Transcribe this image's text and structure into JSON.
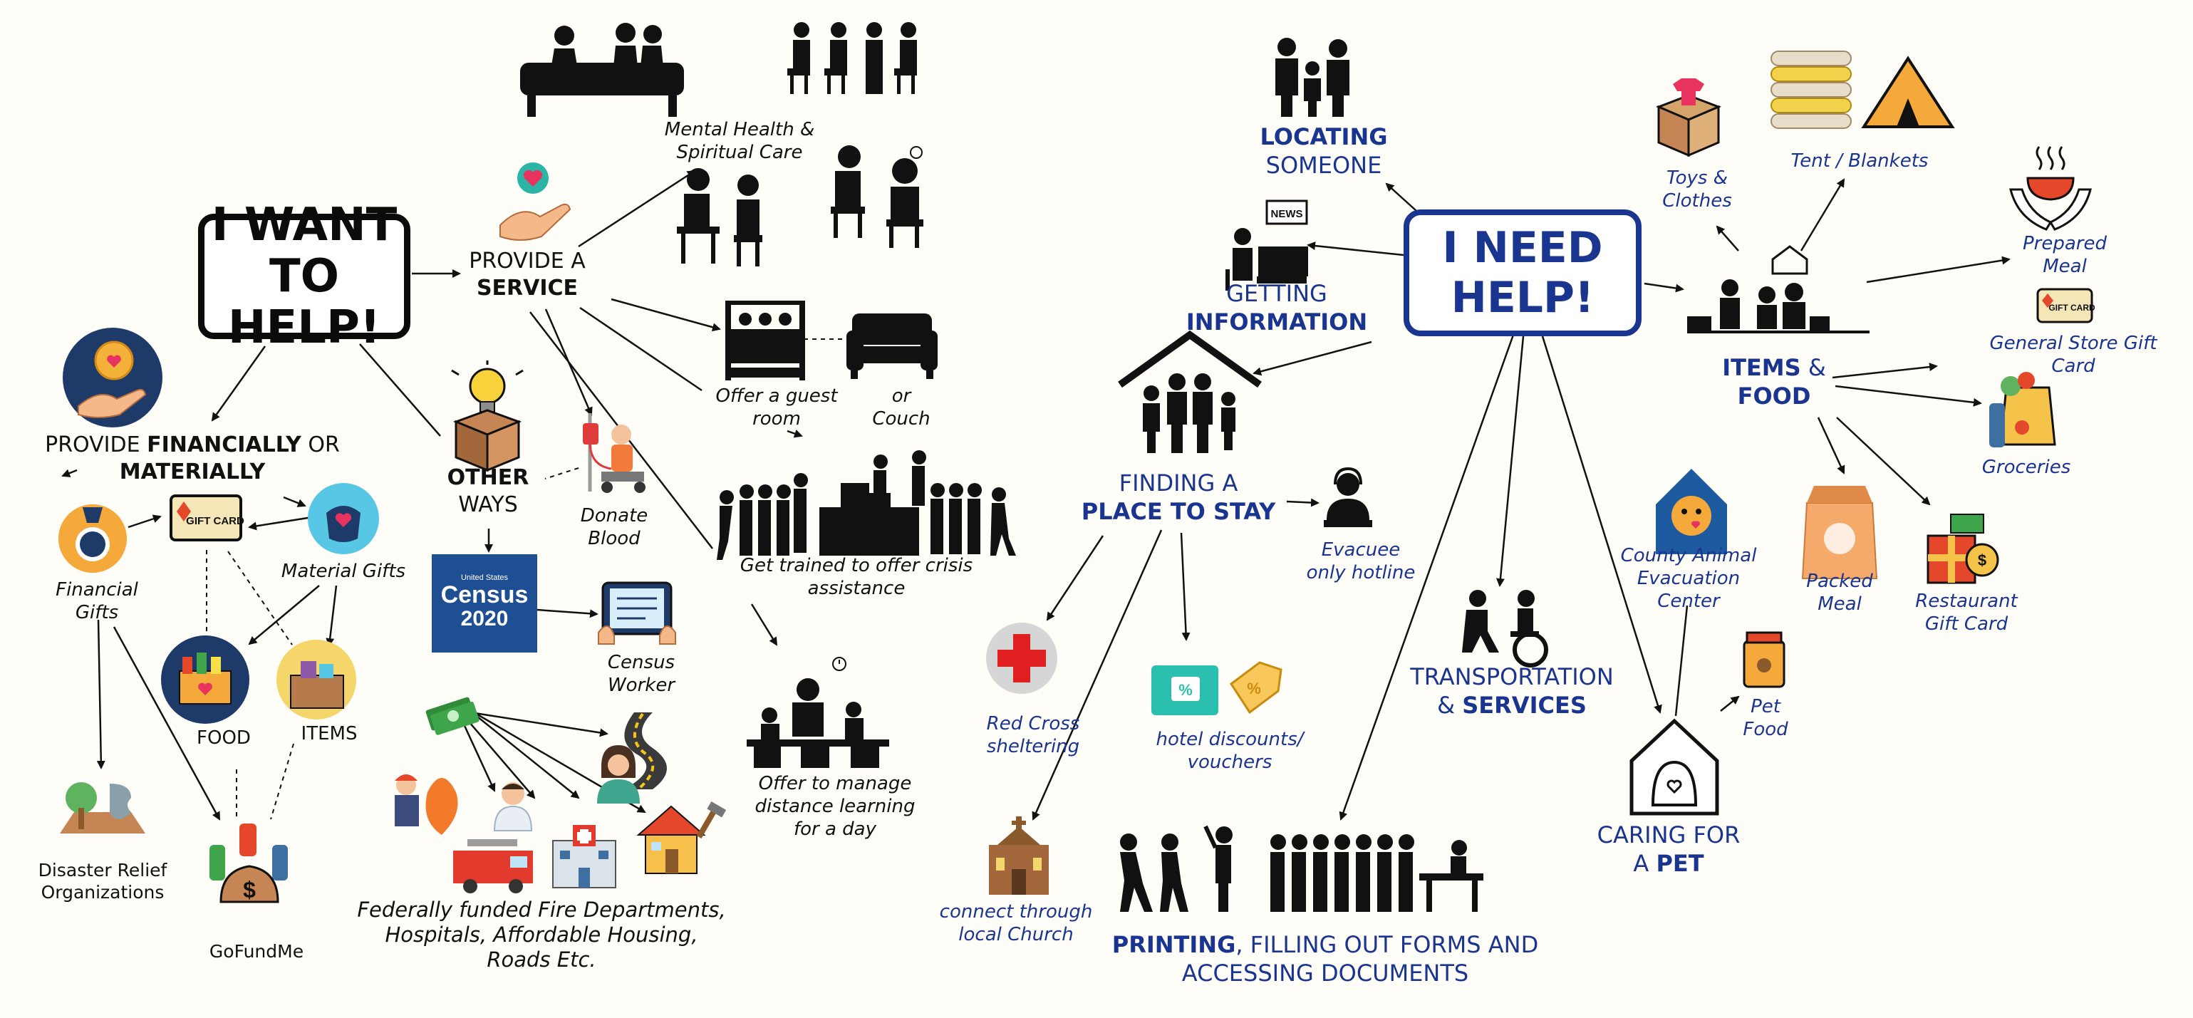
{
  "want_help": {
    "line1": "I WANT",
    "line2": "TO HELP!"
  },
  "need_help": {
    "line1": "I NEED",
    "line2": "HELP!"
  },
  "left": {
    "provide_service": {
      "line1": "PROVIDE A",
      "line2": "SERVICE"
    },
    "provide_fin": {
      "pre": "PROVIDE ",
      "bold1": "FINANCIALLY",
      "mid": " OR",
      "bold2": "MATERIALLY"
    },
    "other_ways": {
      "line1": "OTHER",
      "line2": "WAYS"
    },
    "mental_health": {
      "line1": "Mental Health &",
      "line2": "Spiritual Care"
    },
    "guest_room": {
      "line1": "Offer a guest",
      "line2": "room"
    },
    "couch": {
      "line1": "or",
      "line2": "Couch"
    },
    "crisis": {
      "line1": "Get trained to offer crisis",
      "line2": "assistance"
    },
    "distance": {
      "line1": "Offer to manage",
      "line2": "distance learning",
      "line3": "for a day"
    },
    "donate_blood": {
      "line1": "Donate",
      "line2": "Blood"
    },
    "census_worker": {
      "line1": "Census",
      "line2": "Worker"
    },
    "census_logo": {
      "top": "United States",
      "main": "Census",
      "year": "2020"
    },
    "federal": {
      "line1": "Federally funded Fire Departments,",
      "line2": "Hospitals, Affordable Housing,",
      "line3": "Roads Etc."
    },
    "financial_gifts": {
      "line1": "Financial",
      "line2": "Gifts"
    },
    "material_gifts": "Material Gifts",
    "food": "FOOD",
    "items": "ITEMS",
    "disaster_relief": {
      "line1": "Disaster Relief",
      "line2": "Organizations"
    },
    "gofundme": "GoFundMe",
    "gift_card_label": "GIFT CARD"
  },
  "right": {
    "locating": {
      "bold": "LOCATING",
      "line2": "SOMEONE"
    },
    "getting_info": {
      "line1": "GETTING",
      "bold": "INFORMATION"
    },
    "news_label": "NEWS",
    "place_to_stay": {
      "line1": "FINDING A",
      "bold": "PLACE TO STAY"
    },
    "evacuee": {
      "line1": "Evacuee",
      "line2": "only hotline"
    },
    "red_cross": {
      "line1": "Red Cross",
      "line2": "sheltering"
    },
    "hotel": {
      "line1": "hotel discounts/",
      "line2": "vouchers"
    },
    "church": {
      "line1": "connect through",
      "line2": "local Church"
    },
    "printing": {
      "bold": "PRINTING",
      "rest1": ", FILLING OUT FORMS AND",
      "line2": "ACCESSING DOCUMENTS"
    },
    "transport": {
      "line1": "TRANSPORTATION",
      "amp": "& ",
      "bold": "SERVICES"
    },
    "caring_pet": {
      "line1": "CARING FOR",
      "pre": "A ",
      "bold": "PET"
    },
    "pet_food": {
      "line1": "Pet",
      "line2": "Food"
    },
    "county_animal": {
      "line1": "County Animal",
      "line2": "Evacuation",
      "line3": "Center"
    },
    "items_food": {
      "bold1": "ITEMS",
      "amp": " &",
      "bold2": "FOOD"
    },
    "toys": {
      "line1": "Toys &",
      "line2": "Clothes"
    },
    "tent": "Tent / Blankets",
    "prepared_meal": {
      "line1": "Prepared",
      "line2": "Meal"
    },
    "general_store": {
      "line1": "General Store Gift",
      "line2": "Card"
    },
    "groceries": "Groceries",
    "packed_meal": {
      "line1": "Packed",
      "line2": "Meal"
    },
    "restaurant": {
      "line1": "Restaurant",
      "line2": "Gift Card"
    },
    "gift_card_label": "GIFT CARD"
  }
}
